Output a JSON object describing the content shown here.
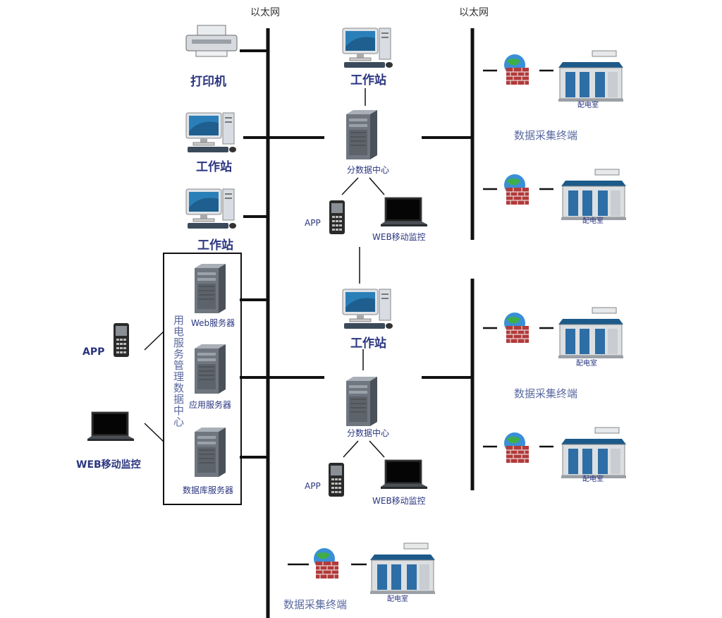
{
  "ethernet_labels": [
    "以太网",
    "以太网"
  ],
  "left_column": {
    "printer": "打印机",
    "workstation_1": "工作站",
    "workstation_2": "工作站",
    "data_center_title": "用电服务管理数据中心",
    "web_server": "Web服务器",
    "app_server": "应用服务器",
    "db_server": "数据库服务器",
    "remote_app": "APP",
    "remote_web": "WEB移动监控"
  },
  "middle_top": {
    "workstation": "工作站",
    "sub_center": "分数据中心",
    "app": "APP",
    "web": "WEB移动监控"
  },
  "middle_bottom": {
    "workstation": "工作站",
    "sub_center": "分数据中心",
    "app": "APP",
    "web": "WEB移动监控"
  },
  "right_top": {
    "terminal": "数据采集终端",
    "room_1": "配电室",
    "room_2": "配电室"
  },
  "right_bottom": {
    "terminal": "数据采集终端",
    "room_1": "配电室",
    "room_2": "配电室"
  },
  "bottom": {
    "terminal": "数据采集终端",
    "room": "配电室"
  },
  "icon_names": [
    "printer-icon",
    "workstation-icon",
    "server-icon",
    "phone-icon",
    "laptop-icon",
    "firewall-globe-icon",
    "substation-icon"
  ]
}
